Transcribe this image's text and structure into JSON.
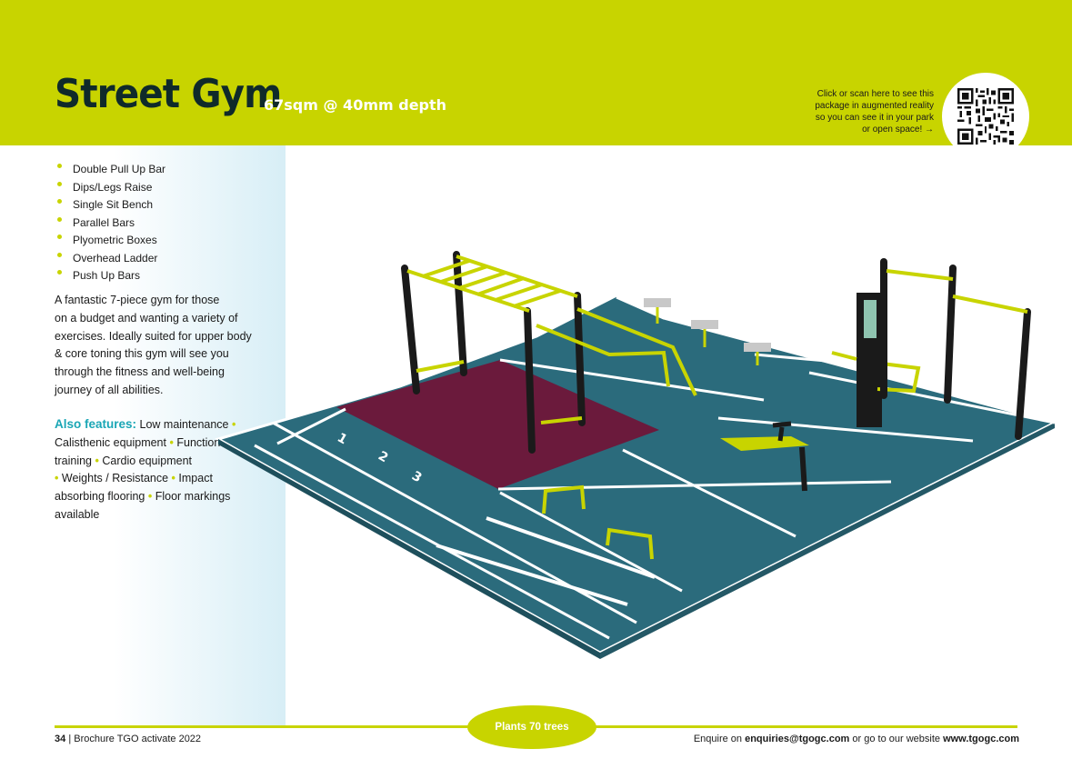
{
  "header": {
    "title": "Street Gym",
    "subtitle": "67sqm @ 40mm depth",
    "ar_lines": [
      "Click or scan here to see this",
      "package in augmented reality",
      "so you can see it in your park",
      "or open space! →"
    ]
  },
  "equipment": [
    "Double Pull Up Bar",
    "Dips/Legs Raise",
    "Single Sit Bench",
    "Parallel Bars",
    "Plyometric Boxes",
    "Overhead Ladder",
    "Push Up Bars"
  ],
  "description_lines": [
    "A fantastic 7-piece gym for those",
    "on a budget and wanting a variety of",
    "exercises. Ideally suited for upper body",
    "& core toning this gym will see you",
    "through the fitness and well-being",
    "journey of all abilities."
  ],
  "features": {
    "lead": "Also features:",
    "items": [
      "Low maintenance",
      "Calisthenic equipment",
      "Functional training",
      "Cardio equipment",
      "Weights / Resistance",
      "Impact absorbing flooring",
      "Floor markings available"
    ]
  },
  "floor_markings": [
    "1",
    "2",
    "3"
  ],
  "badge": "Plants 70 trees",
  "footer": {
    "page_number": "34",
    "brochure_text": "| Brochure TGO activate 2022",
    "enquire_prefix": "Enquire on ",
    "email": "enquiries@tgogc.com",
    "middle_text": " or go to our website ",
    "website": "www.tgogc.com"
  },
  "colors": {
    "lime": "#c8d400",
    "teal_floor": "#2b6b7c",
    "maroon_floor": "#6b1a3c",
    "accent_teal": "#1aa6b5"
  }
}
